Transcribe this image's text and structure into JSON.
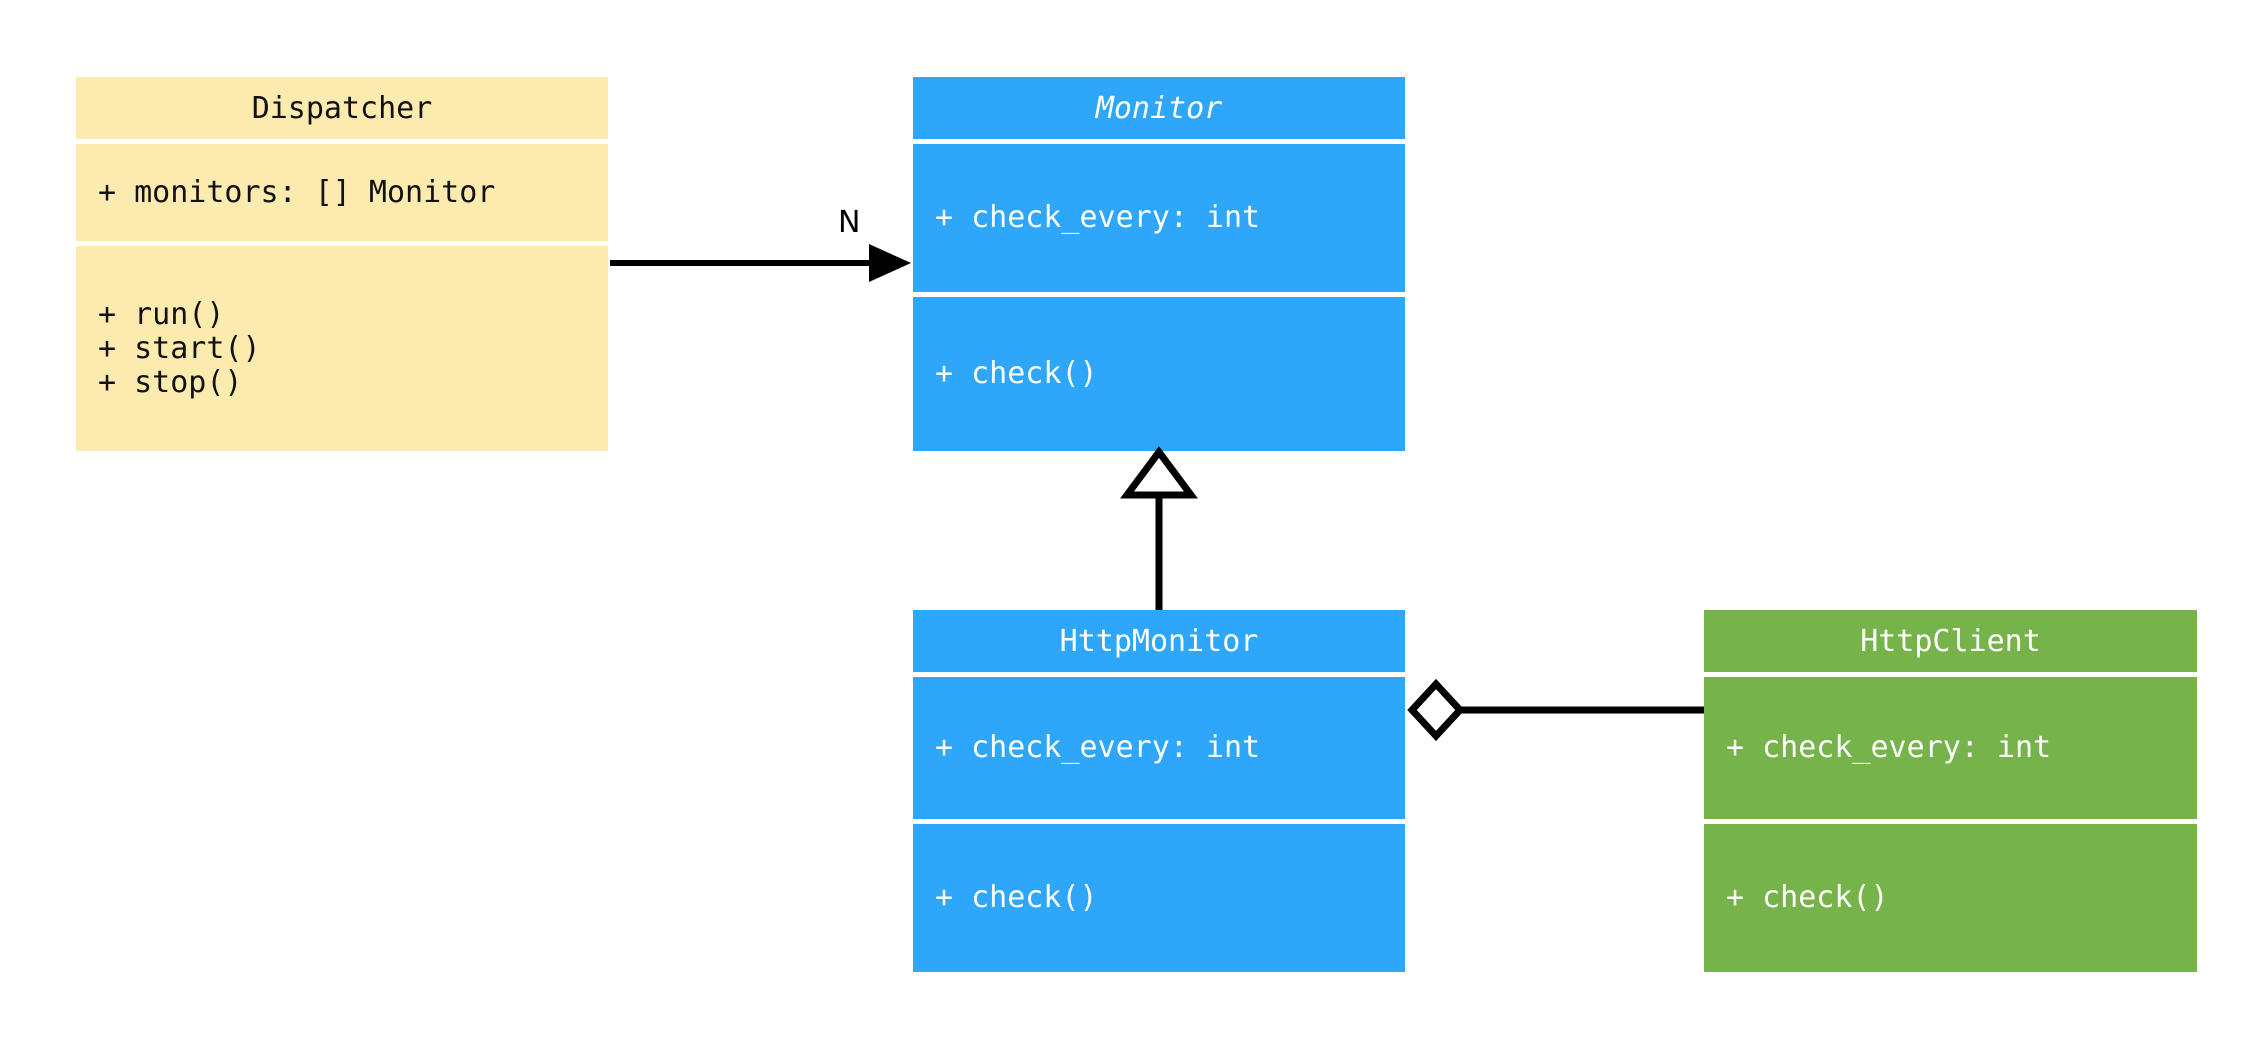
{
  "diagram": {
    "type": "uml-class-diagram",
    "background": "#ffffff",
    "palette": {
      "yellow": "#fcebae",
      "blue": "#2ea6fa",
      "green": "#76b44b",
      "line": "#000000",
      "separator": "#ffffff"
    }
  },
  "classes": {
    "dispatcher": {
      "name": "Dispatcher",
      "abstract": false,
      "color": "#fcebae",
      "attributes": [
        "+ monitors: [] Monitor"
      ],
      "methods": [
        "+ run()",
        "+ start()",
        "+ stop()"
      ]
    },
    "monitor": {
      "name": "Monitor",
      "abstract": true,
      "color": "#2ea6fa",
      "attributes": [
        "+ check_every: int"
      ],
      "methods": [
        "+ check()"
      ]
    },
    "http_monitor": {
      "name": "HttpMonitor",
      "abstract": false,
      "color": "#2ea6fa",
      "attributes": [
        "+ check_every: int"
      ],
      "methods": [
        "+ check()"
      ]
    },
    "http_client": {
      "name": "HttpClient",
      "abstract": false,
      "color": "#76b44b",
      "attributes": [
        "+ check_every: int"
      ],
      "methods": [
        "+ check()"
      ]
    }
  },
  "relationships": {
    "dispatcher_to_monitor": {
      "kind": "association",
      "from": "Dispatcher",
      "to": "Monitor",
      "label": "N",
      "arrow": "filled-triangle"
    },
    "httpmonitor_to_monitor": {
      "kind": "generalization",
      "from": "HttpMonitor",
      "to": "Monitor",
      "label": "",
      "arrow": "hollow-triangle"
    },
    "httpmonitor_to_httpclient": {
      "kind": "aggregation",
      "from": "HttpMonitor",
      "to": "HttpClient",
      "label": "",
      "arrow": "hollow-diamond"
    }
  }
}
